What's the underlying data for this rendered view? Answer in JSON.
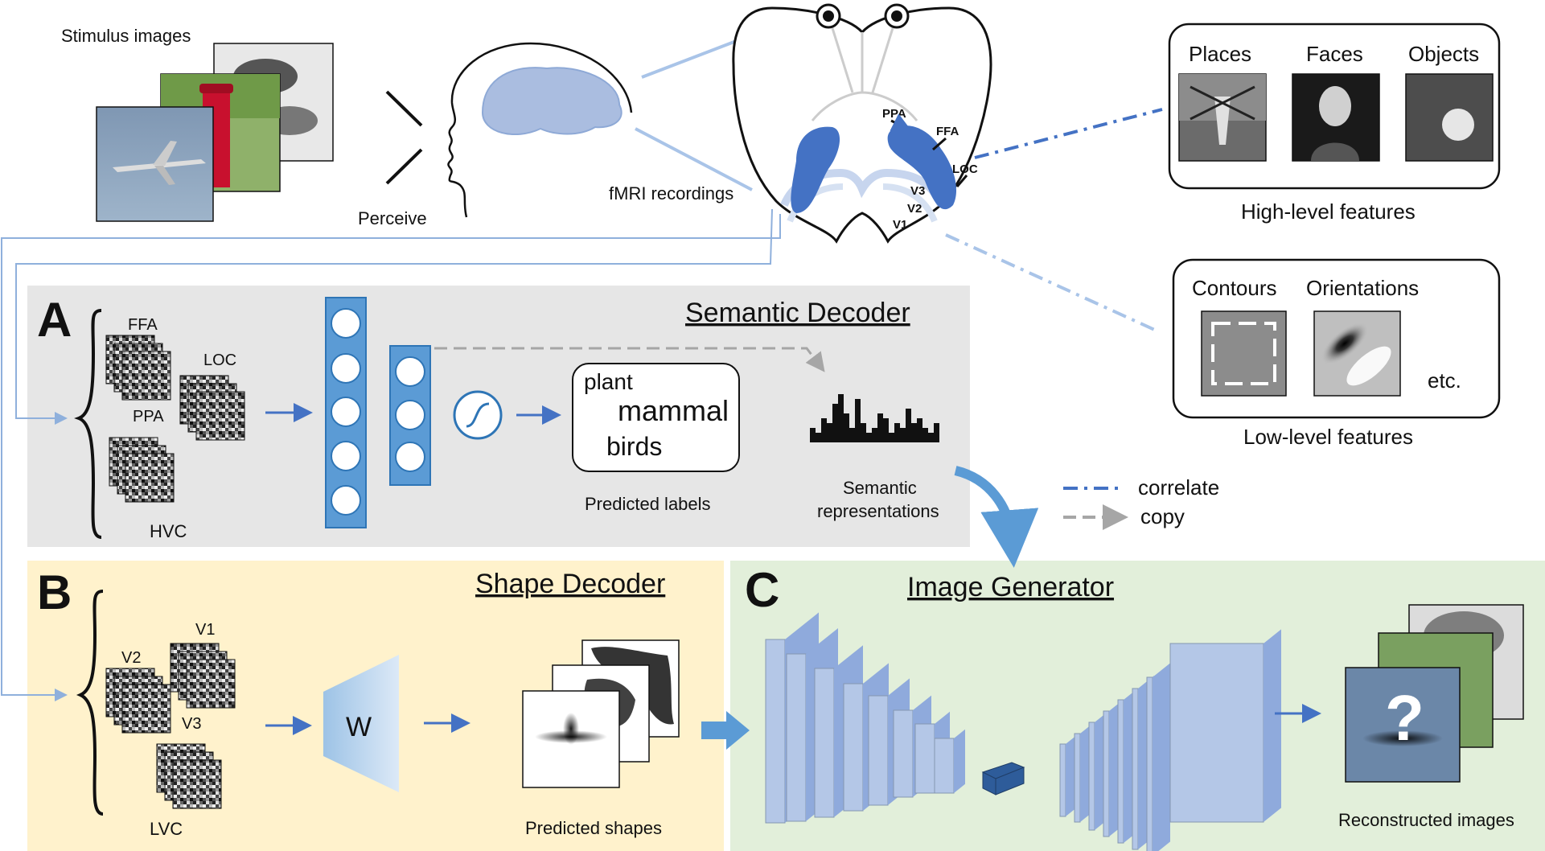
{
  "top": {
    "stimulus_label": "Stimulus images",
    "perceive_label": "Perceive",
    "fmri_label": "fMRI recordings",
    "brain_labels": {
      "ppa": "PPA",
      "ffa": "FFA",
      "loc": "LOC",
      "v3": "V3",
      "v2": "V2",
      "v1": "V1"
    },
    "high_level": {
      "items": [
        "Places",
        "Faces",
        "Objects"
      ],
      "caption": "High-level features"
    },
    "low_level": {
      "items": [
        "Contours",
        "Orientations"
      ],
      "etc": "etc.",
      "caption": "Low-level features"
    }
  },
  "legend": {
    "correlate": "correlate",
    "copy": "copy"
  },
  "panel_a": {
    "letter": "A",
    "title": "Semantic Decoder",
    "roi_ffa": "FFA",
    "roi_loc": "LOC",
    "roi_ppa": "PPA",
    "group": "HVC",
    "labels": {
      "plant": "plant",
      "mammal": "mammal",
      "birds": "birds"
    },
    "predicted_labels": "Predicted labels",
    "semantic_line1": "Semantic",
    "semantic_line2": "representations",
    "semantic_bars": [
      3,
      2,
      5,
      4,
      8,
      10,
      6,
      3,
      9,
      4,
      2,
      3,
      6,
      5,
      2,
      4,
      3,
      7,
      4,
      5,
      3,
      2,
      4
    ]
  },
  "panel_b": {
    "letter": "B",
    "title": "Shape Decoder",
    "roi_v1": "V1",
    "roi_v2": "V2",
    "roi_v3": "V3",
    "group": "LVC",
    "w_label": "W",
    "predicted_shapes": "Predicted shapes"
  },
  "panel_c": {
    "letter": "C",
    "title": "Image Generator",
    "question_mark": "?",
    "reconstructed": "Reconstructed images"
  },
  "colors": {
    "panel_a_bg": "#e6e6e6",
    "panel_b_bg": "#fff2cc",
    "panel_c_bg": "#e2efda",
    "brain_blue": "#4472c4",
    "neuron_blue": "#5b9bd5",
    "layer_blue": "#b4c7e7",
    "light_line": "#a9c4e8",
    "copy_gray": "#a6a6a6"
  }
}
